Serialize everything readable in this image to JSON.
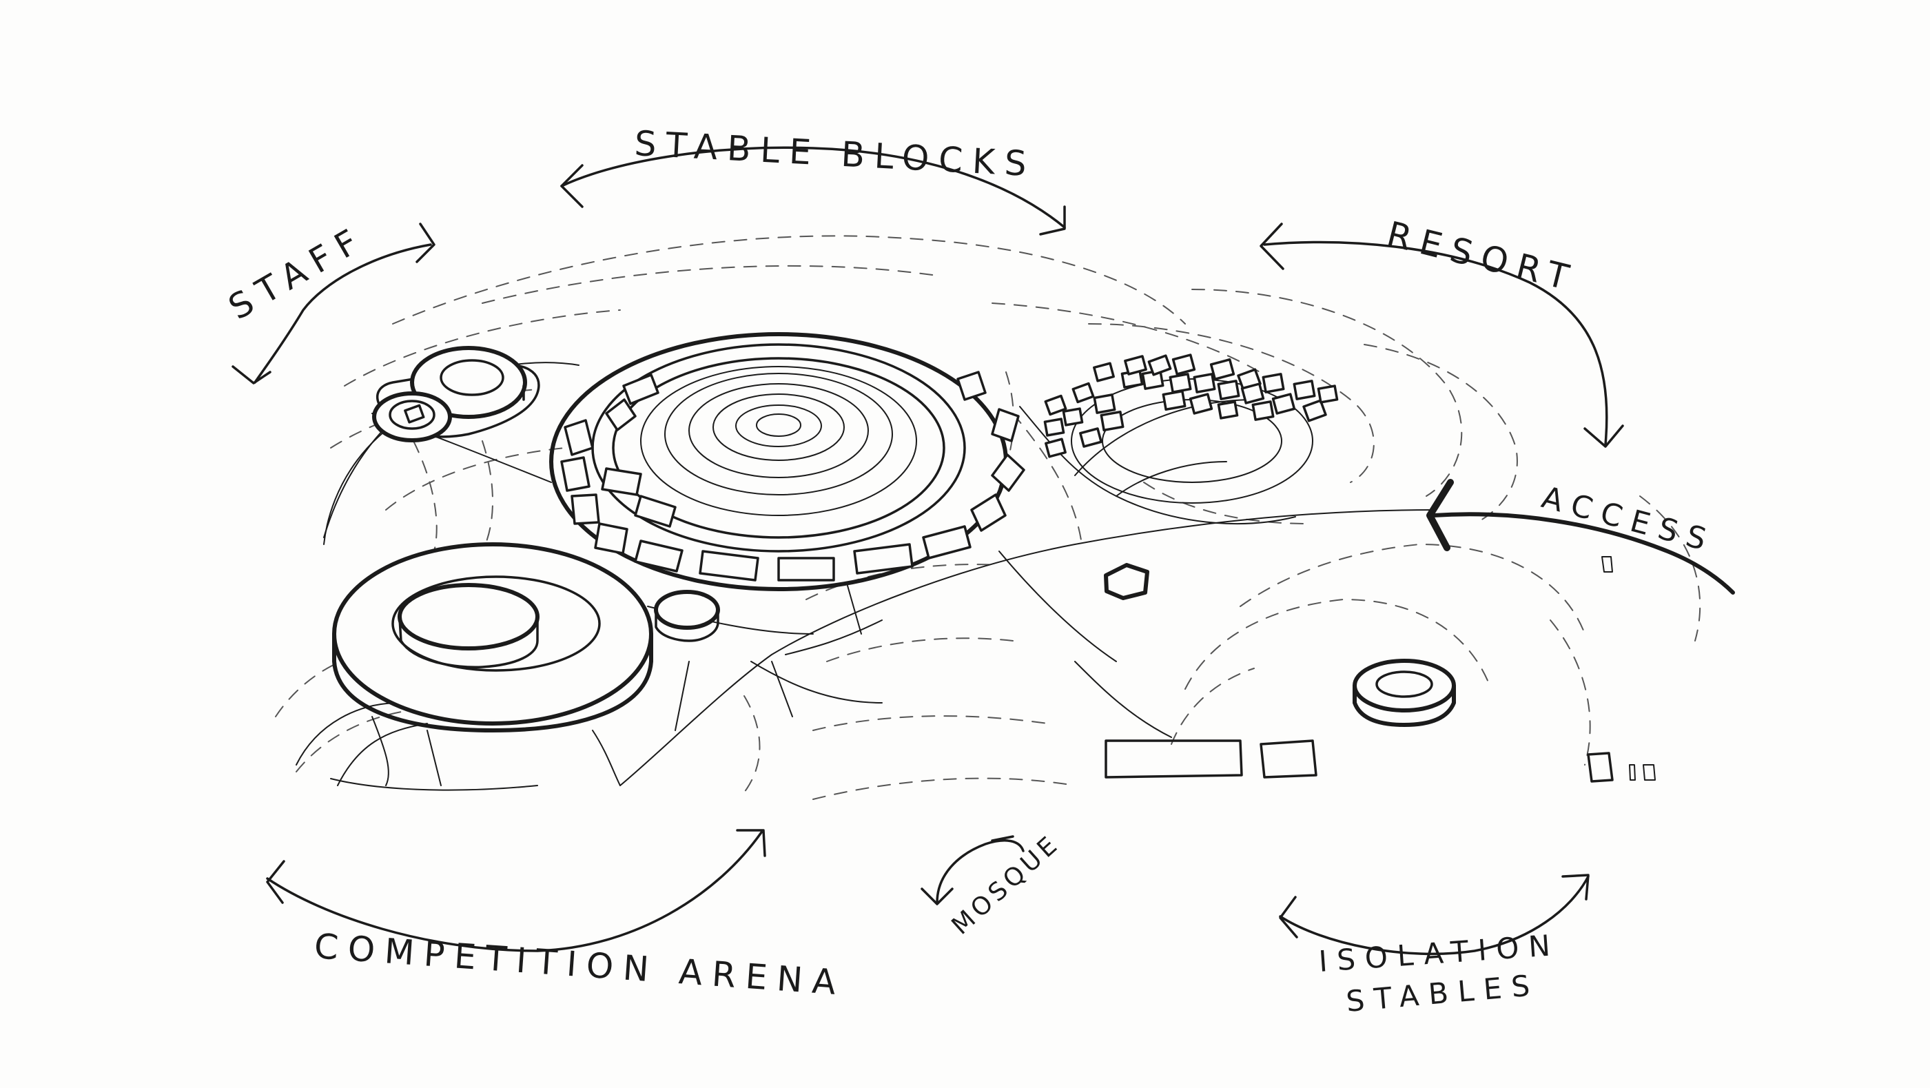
{
  "labels": {
    "stable_blocks": "STABLE BLOCKS",
    "staff": "STAFF",
    "resort": "RESORT",
    "access": "ACCESS",
    "competition_arena": "COMPETITION ARENA",
    "mosque": "MOSQUE",
    "isolation": "ISOLATION",
    "stables": "STABLES"
  },
  "colors": {
    "ink": "#1b1b1b",
    "paper": "#fdfdfc"
  }
}
